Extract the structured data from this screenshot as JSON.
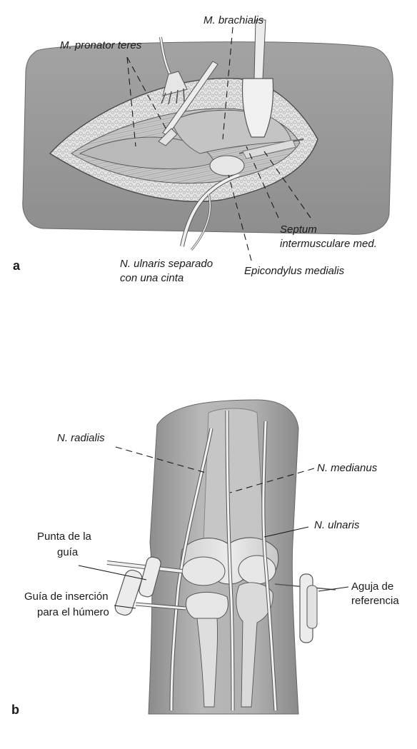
{
  "panel_a": {
    "letter": "a",
    "labels": {
      "pronator": "M. pronator teres",
      "brachialis": "M. brachialis",
      "septum_1": "Septum",
      "septum_2": "intermusculare med.",
      "ulnaris_sep_1": "N. ulnaris separado",
      "ulnaris_sep_2": "con una cinta",
      "epicondylus": "Epicondylus medialis"
    }
  },
  "panel_b": {
    "letter": "b",
    "labels": {
      "radialis": "N. radialis",
      "medianus": "N. medianus",
      "ulnaris": "N. ulnaris",
      "punta_1": "Punta de la",
      "punta_2": "guía",
      "guia_1": "Guía de inserción",
      "guia_2": "para el húmero",
      "aguja_1": "Aguja de",
      "aguja_2": "referencia"
    }
  },
  "colors": {
    "drape": "#9a9a9a",
    "drape_edge": "#6a6a6a",
    "tissue": "#d9d9d9",
    "muscle": "#bdbdbd",
    "bone": "#e3e3e3",
    "nerve": "#f2f2f2",
    "ink": "#1a1a1a"
  }
}
